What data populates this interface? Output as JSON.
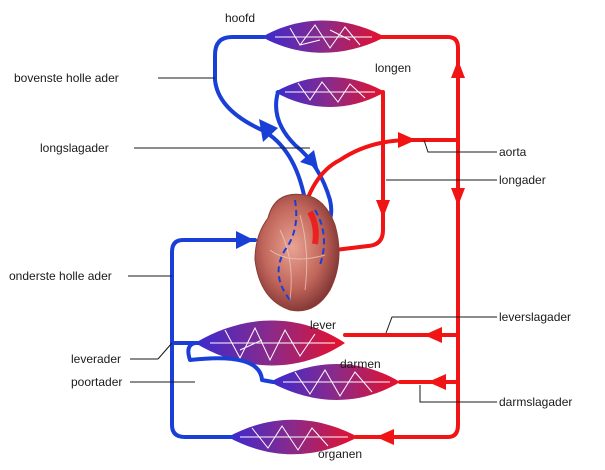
{
  "labels": {
    "hoofd": "hoofd",
    "longen": "longen",
    "lever": "lever",
    "darmen": "darmen",
    "organen": "organen",
    "bovenste_holle_ader": "bovenste holle ader",
    "longslagader": "longslagader",
    "onderste_holle_ader": "onderste holle ader",
    "leverader": "leverader",
    "poortader": "poortader",
    "aorta": "aorta",
    "longader": "longader",
    "leverslagader": "leverslagader",
    "darmslagader": "darmslagader"
  },
  "colors": {
    "arterial": "#f01414",
    "venous": "#1a3fd6",
    "capillary_red": "#e0102a",
    "capillary_purple": "#6a2a8a",
    "leader_line": "#1a1a1a",
    "heart": "#c96a5a"
  }
}
